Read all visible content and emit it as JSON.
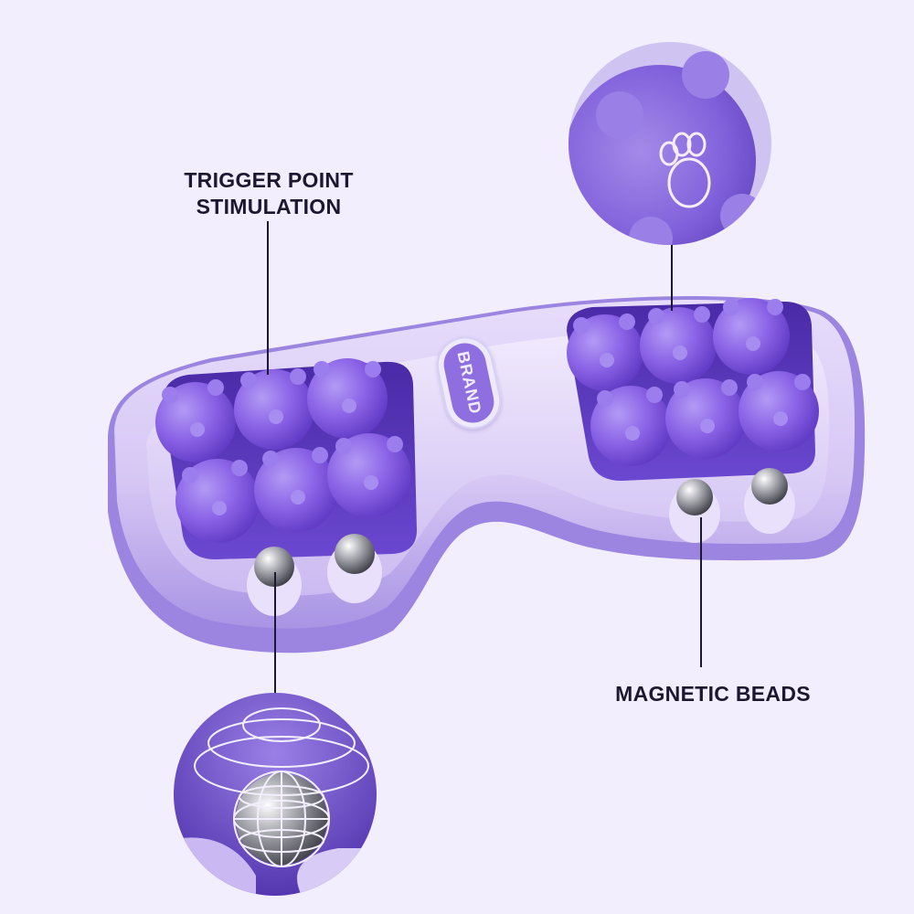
{
  "labels": {
    "trigger_point": {
      "line1": "TRIGGER POINT",
      "line2": "STIMULATION"
    },
    "magnetic_beads": "MAGNETIC BEADS"
  },
  "product": {
    "brand_text": "BRAND",
    "left_pad": {
      "roller_count": 6,
      "bead_count": 2
    },
    "right_pad": {
      "roller_count": 6,
      "bead_count": 2
    }
  },
  "callouts": {
    "top_detail": "paw-print-roller-closeup",
    "bottom_detail": "magnetic-bead-wireframe-closeup"
  },
  "colors": {
    "background": "#f2eefd",
    "body": "#d9ccf5",
    "roller": "#8a63e6",
    "bead": "#9a9aa2",
    "label_text": "#1b1830"
  }
}
